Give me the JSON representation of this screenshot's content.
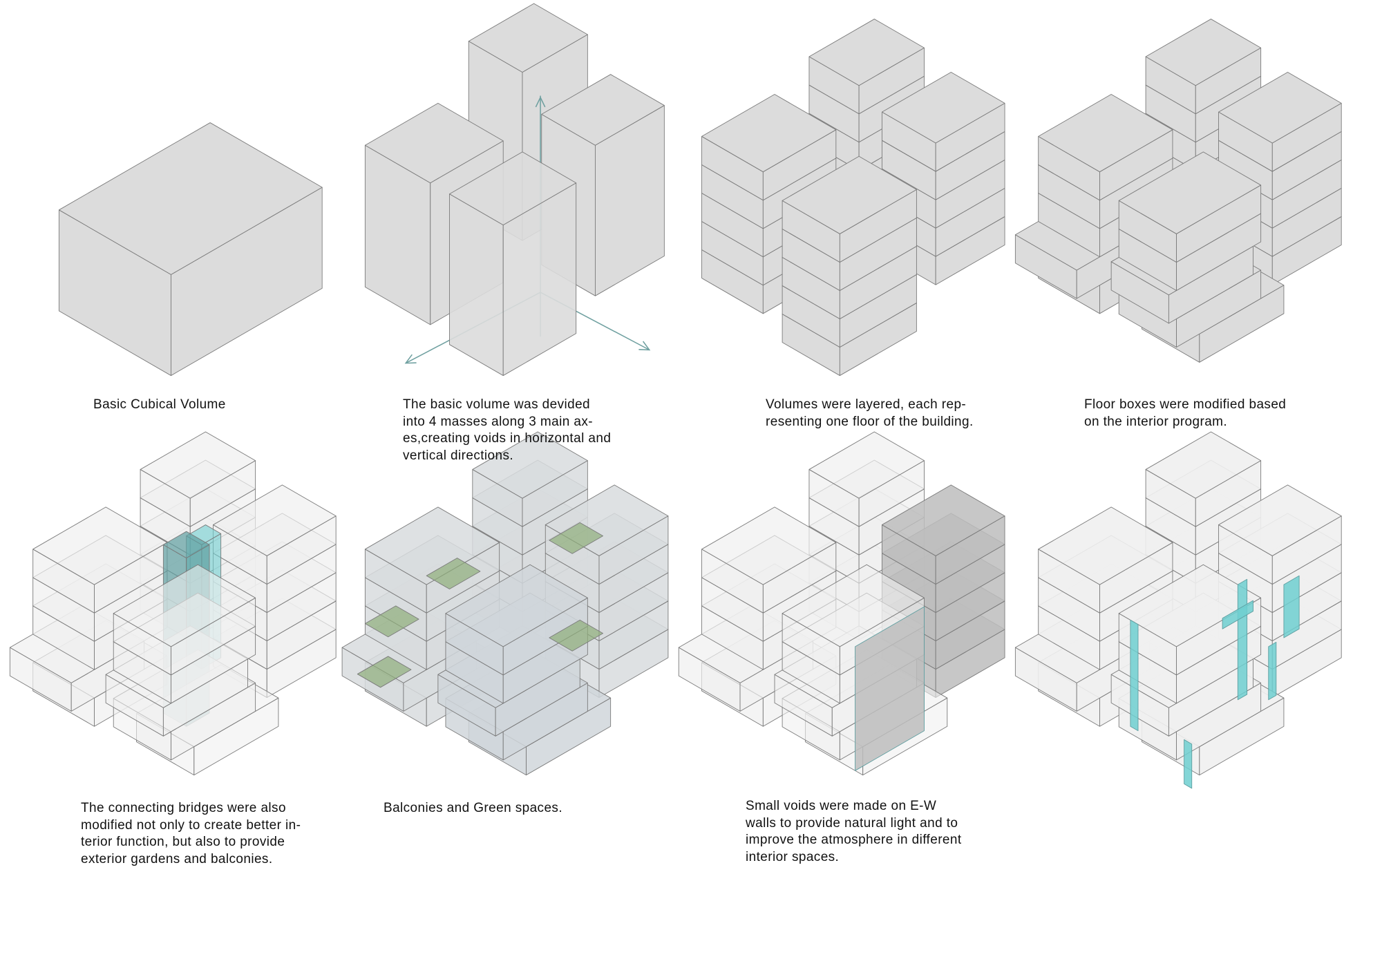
{
  "captions": [
    {
      "lines": [
        "Basic Cubical Volume"
      ]
    },
    {
      "lines": [
        "The basic volume was devided",
        "into 4 masses along 3 main ax-",
        "es,creating voids in horizontal and",
        "vertical directions."
      ]
    },
    {
      "lines": [
        "Volumes were layered, each rep-",
        "resenting one floor of the building."
      ]
    },
    {
      "lines": [
        "Floor boxes were modified based",
        "on the interior program."
      ]
    },
    {
      "lines": [
        "The connecting bridges were also",
        "modified not only to create better in-",
        "terior function, but also to provide",
        "exterior gardens and balconies."
      ]
    },
    {
      "lines": [
        "Balconies and Green spaces."
      ]
    },
    {
      "lines": [
        "Small voids were made on E-W",
        "walls to provide natural light and to",
        "improve the atmosphere in different",
        "interior spaces."
      ]
    }
  ],
  "colors": {
    "mass": "#dcdcdc",
    "mass_light": "#f0f0f0",
    "stroke": "#7a7a7a",
    "axis": "#6fa0a0",
    "teal": "#6fcfd0",
    "teal_dark": "#5e9ea0",
    "green": "#8fae7a",
    "perforated": "#bdbdbd"
  }
}
